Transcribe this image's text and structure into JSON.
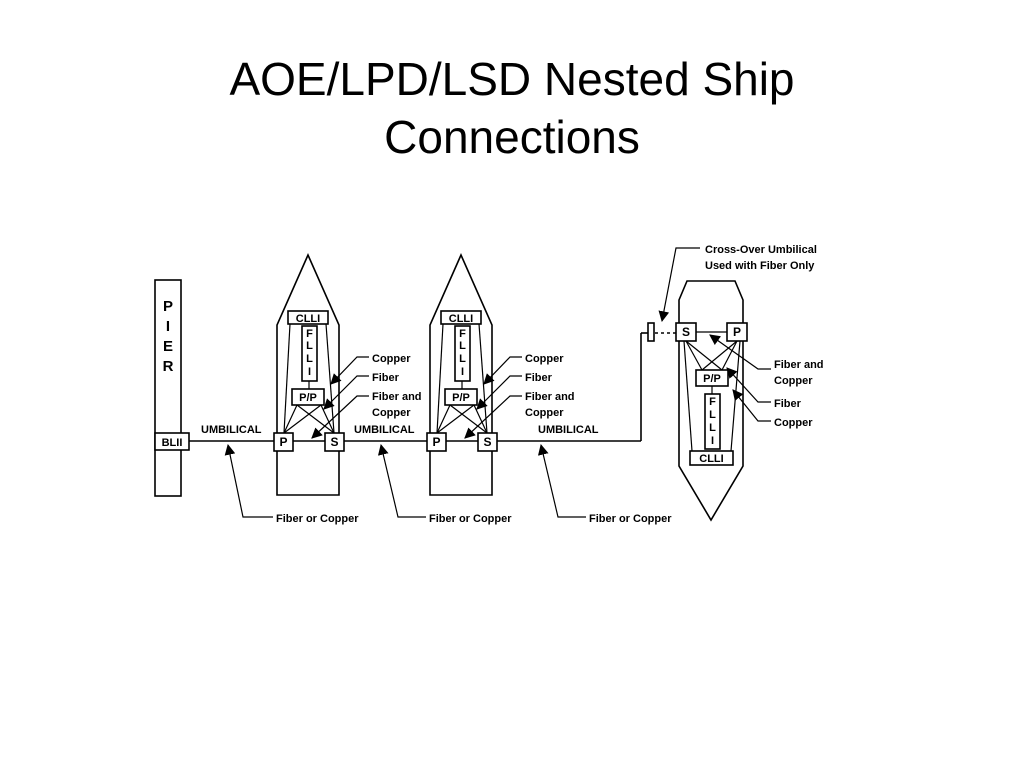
{
  "title": {
    "line1": "AOE/LPD/LSD Nested Ship",
    "line2": "Connections"
  },
  "pier": {
    "letters": [
      "P",
      "I",
      "E",
      "R"
    ],
    "box": "BLII"
  },
  "ship_labels": {
    "clli": "CLLI",
    "flli": [
      "F",
      "L",
      "L",
      "I"
    ],
    "pp": "P/P",
    "p": "P",
    "s": "S"
  },
  "callouts": {
    "copper": "Copper",
    "fiber": "Fiber",
    "fiber_and": "Fiber and",
    "copper2": "Copper",
    "umbilical": "UMBILICAL",
    "fiber_or_copper": "Fiber or Copper",
    "cross_over_line1": "Cross-Over Umbilical",
    "cross_over_line2": "Used with Fiber Only"
  }
}
